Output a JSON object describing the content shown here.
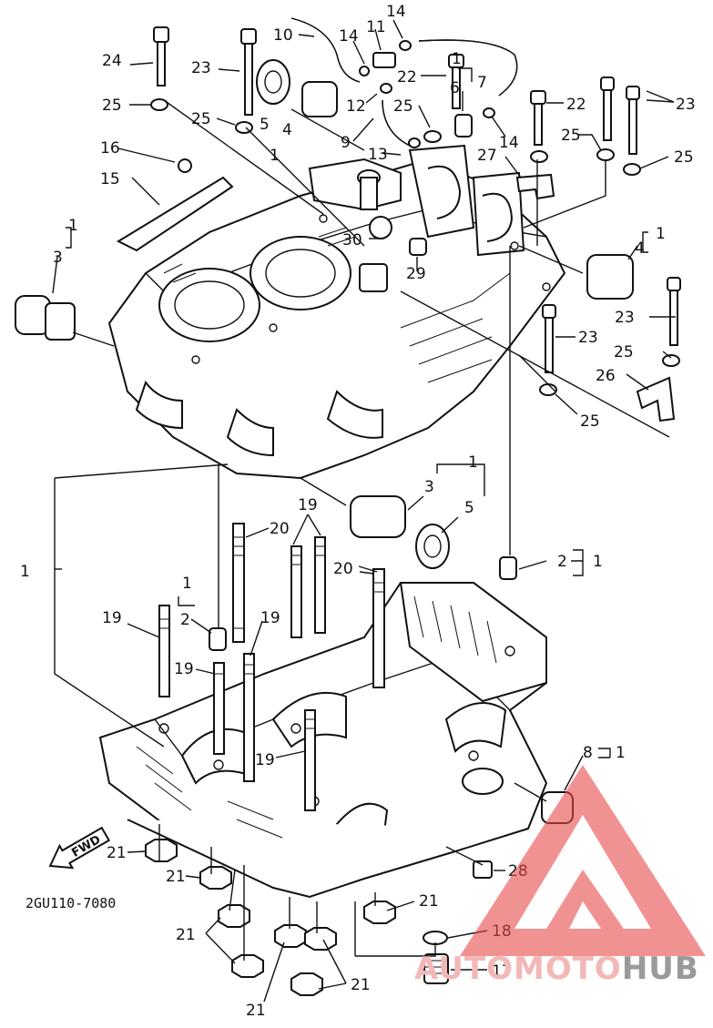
{
  "diagram": {
    "code": "2GU110-7080",
    "direction_label": "FWD",
    "callouts": {
      "c24": "24",
      "c23a": "23",
      "c25a": "25",
      "c25b": "25",
      "c5a": "5",
      "c4a": "4",
      "c1a": "1",
      "c10": "10",
      "c14a": "14",
      "c11": "11",
      "c14b": "14",
      "c12": "12",
      "c9": "9",
      "c13": "13",
      "c22a": "22",
      "c1b": "1",
      "c7": "7",
      "c6": "6",
      "c25c": "25",
      "c14c": "14",
      "c22b": "22",
      "c23b": "23",
      "c25d": "25",
      "c27": "27",
      "c25e": "25",
      "c16": "16",
      "c15": "15",
      "c1c": "1",
      "c3a": "3",
      "c30": "30",
      "c29": "29",
      "c4b": "4",
      "c1d": "1",
      "c23c": "23",
      "c23d": "23",
      "c25f": "25",
      "c26": "26",
      "c25g": "25",
      "c1e": "1",
      "c3b": "3",
      "c5b": "5",
      "c19a": "19",
      "c20a": "20",
      "c2a": "2",
      "c1f": "1",
      "c1g": "1",
      "c1h": "1",
      "c2b": "2",
      "c19b": "19",
      "c20b": "20",
      "c19c": "19",
      "c19d": "19",
      "c19e": "19",
      "c8": "8",
      "c1i": "1",
      "c21a": "21",
      "c21b": "21",
      "c28": "28",
      "c21c": "21",
      "c21d": "21",
      "c18": "18",
      "c21e": "21",
      "c21f": "21",
      "c17": "17"
    }
  },
  "watermark": {
    "part1": "AUTO",
    "part2": "MOTO",
    "part3": "HUB",
    "colors": {
      "auto": "#f2b8b8",
      "moto": "#f2b8b8",
      "hub": "#9a9a9a",
      "triangle": "#e84a4a"
    }
  }
}
